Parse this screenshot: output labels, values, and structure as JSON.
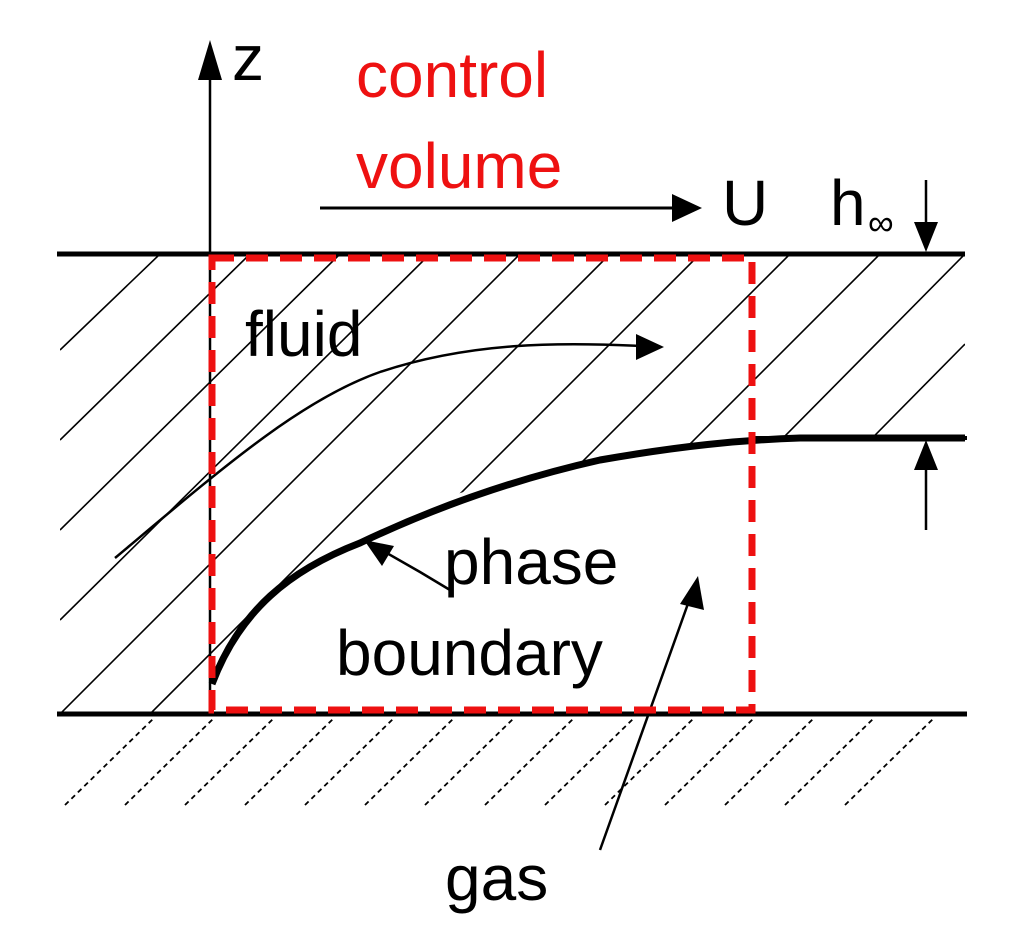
{
  "labels": {
    "axis_z": "z",
    "control_volume_line1": "control",
    "control_volume_line2": "volume",
    "velocity": "U",
    "height_symbol": "h",
    "height_subscript": "∞",
    "fluid": "fluid",
    "phase_line1": "phase",
    "phase_line2": "boundary",
    "gas": "gas"
  },
  "colors": {
    "control_volume": "#ee1111",
    "lines": "#000000",
    "background": "#ffffff"
  }
}
